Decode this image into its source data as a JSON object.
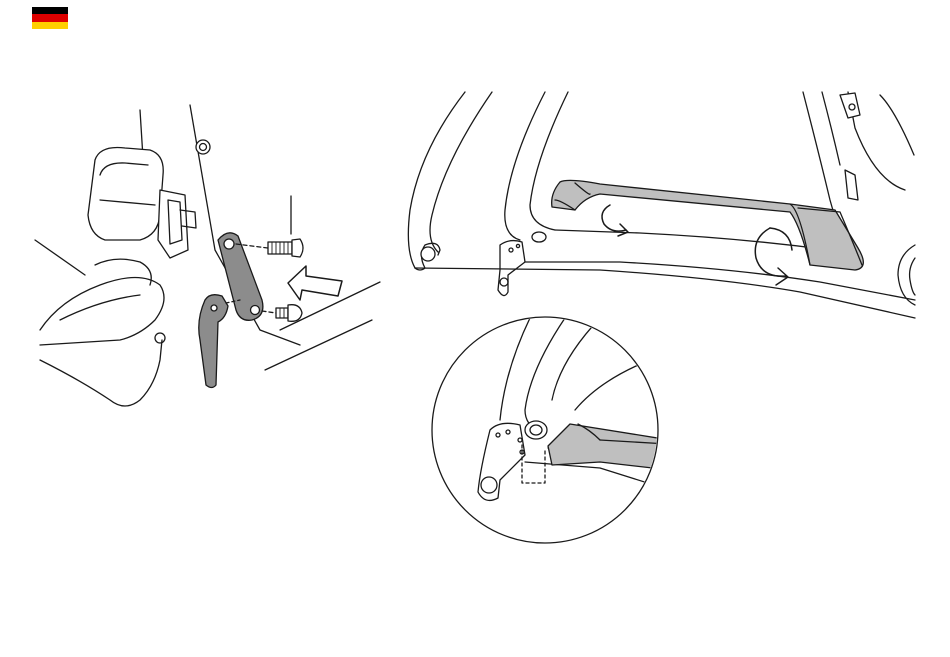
{
  "language_flag": {
    "icon": "german-flag-icon",
    "colors": [
      "#000000",
      "#dd0000",
      "#ffce00"
    ]
  },
  "illustrations": [
    {
      "name": "derailleur-hanger-and-bolts-detail"
    },
    {
      "name": "frame-chainstay-protector-installation"
    },
    {
      "name": "dropout-magnified-detail"
    }
  ],
  "colors": {
    "line": "#1a1a1a",
    "part_fill": "#8c8c8c",
    "protector_fill": "#bfbfbf",
    "protector_dark": "#7a7a7a"
  }
}
